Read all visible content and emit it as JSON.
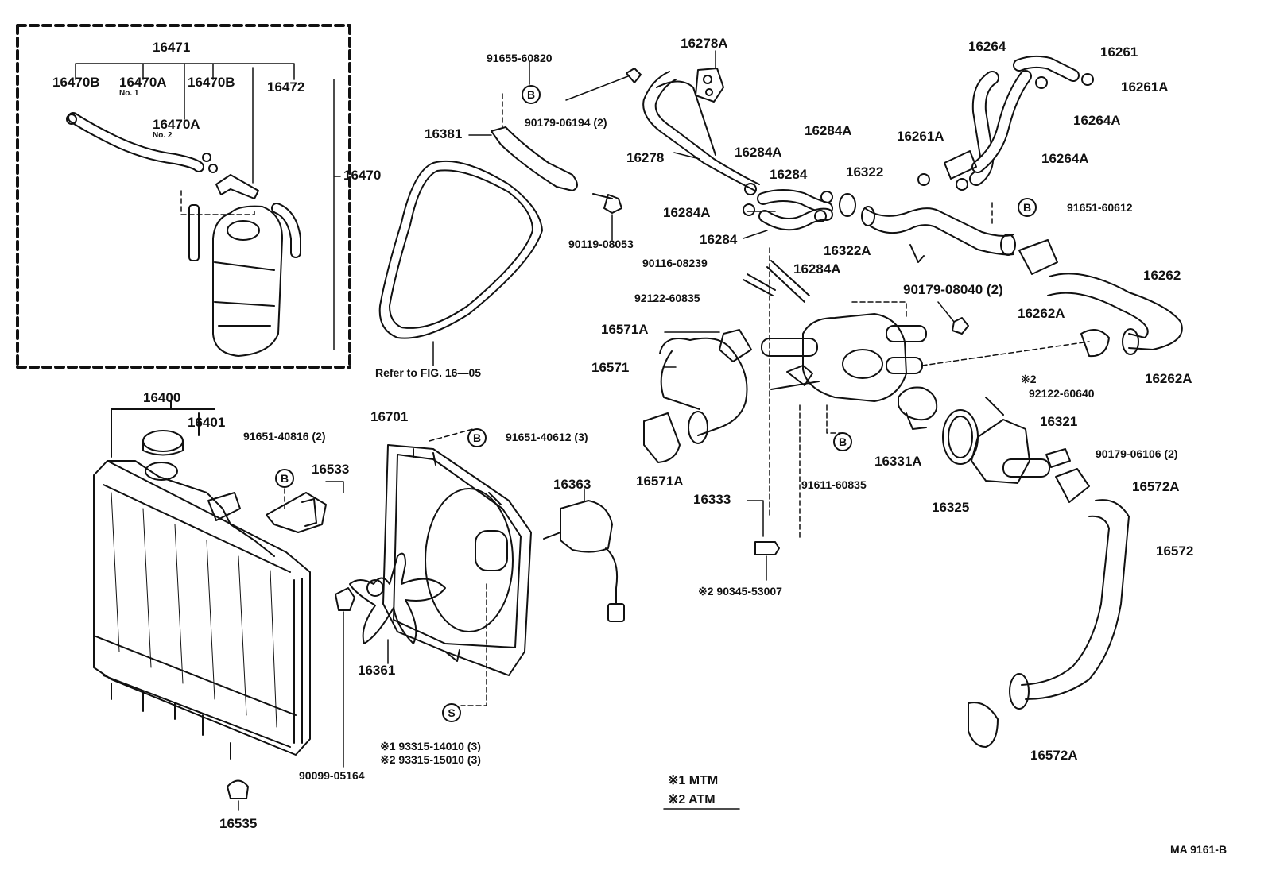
{
  "callouts": {
    "p16471": "16471",
    "p16470B_l": "16470B",
    "p16470A_1": "16470A",
    "p16470A_1_sub": "No. 1",
    "p16470B_r": "16470B",
    "p16472": "16472",
    "p16470A_2": "16470A",
    "p16470A_2_sub": "No. 2",
    "p16470": "16470",
    "p91655": "91655-60820",
    "p90179_06194": "90179-06194 (2)",
    "p16381": "16381",
    "p90119": "90119-08053",
    "refer": "Refer to FIG. 16—05",
    "p16278A": "16278A",
    "p16278": "16278",
    "p16284A_1": "16284A",
    "p16284A_2": "16284A",
    "p16284_1": "16284",
    "p16284A_3": "16284A",
    "p16284_2": "16284",
    "p16322A": "16322A",
    "p16284A_4": "16284A",
    "p16322": "16322",
    "p16261A_l": "16261A",
    "p16264": "16264",
    "p16261": "16261",
    "p16261A_r": "16261A",
    "p16264A_1": "16264A",
    "p16264A_2": "16264A",
    "p91651_60612": "91651-60612",
    "p90116": "90116-08239",
    "p92122_60835": "92122-60835",
    "p90179_08040": "90179-08040 (2)",
    "p16262": "16262",
    "p16262A_1": "16262A",
    "p16262A_2": "16262A",
    "p16571A_1": "16571A",
    "p16571": "16571",
    "p16571A_2": "16571A",
    "p16333": "16333",
    "p91611": "91611-60835",
    "p16331A": "16331A",
    "p16325": "16325",
    "p92122_60640": "92122-60640",
    "p16321": "16321",
    "p90179_06106": "90179-06106 (2)",
    "p16572A_1": "16572A",
    "p16572": "16572",
    "p16572A_2": "16572A",
    "p90345": "※2 90345-53007",
    "p16400": "16400",
    "p16401": "16401",
    "p91651_40816": "91651-40816 (2)",
    "p16533": "16533",
    "p16701": "16701",
    "p91651_40612": "91651-40612 (3)",
    "p16363": "16363",
    "p16361": "16361",
    "p90099": "90099-05164",
    "p16535": "16535",
    "p93315_1": "※1 93315-14010 (3)",
    "p93315_2": "※2 93315-15010 (3)",
    "mark_2_top": "※2"
  },
  "circle_marks": {
    "b": "B",
    "s": "S"
  },
  "legend": {
    "mtm": "※1 MTM",
    "atm": "※2 ATM"
  },
  "figure_code": "MA 9161-B"
}
